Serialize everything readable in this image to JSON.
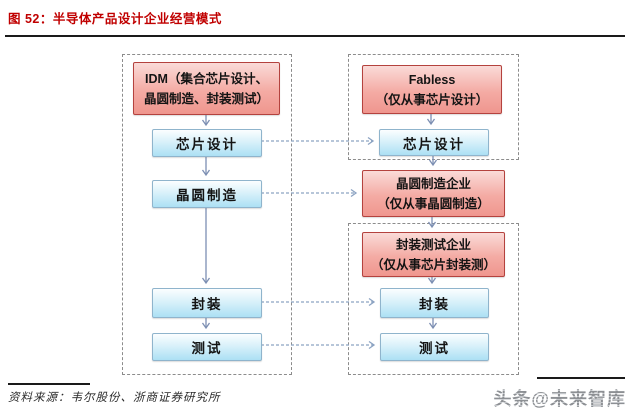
{
  "page": {
    "title": "图 52：半导体产品设计企业经营模式",
    "source": "资料来源：韦尔股份、浙商证券研究所",
    "watermark": "头条@未来智库"
  },
  "diagram": {
    "idm_group": {
      "header_line1": "IDM（集合芯片设计、",
      "header_line2": "晶圆制造、封装测试）",
      "steps": [
        "芯片设计",
        "晶圆制造",
        "封装",
        "测试"
      ]
    },
    "fabless_group": {
      "header_line1": "Fabless",
      "header_line2": "（仅从事芯片设计）",
      "step": "芯片设计"
    },
    "foundry": {
      "line1": "晶圆制造企业",
      "line2": "（仅从事晶圆制造）"
    },
    "osat_group": {
      "header_line1": "封装测试企业",
      "header_line2": "（仅从事芯片封装测）",
      "steps": [
        "封装",
        "测试"
      ]
    }
  },
  "colors": {
    "title_red": "#c00000",
    "pink_box_fill_top": "#fadbd8",
    "pink_box_fill_bottom": "#ef968e",
    "pink_box_border": "#b4423e",
    "blue_box_fill_top": "#fbfeff",
    "blue_box_fill_bottom": "#ace0f4",
    "blue_box_border": "#8fb4cc",
    "solid_arrow": "#7d8fb3",
    "dashed_arrow": "#8ca3c2",
    "group_border": "#8c8c8c"
  }
}
